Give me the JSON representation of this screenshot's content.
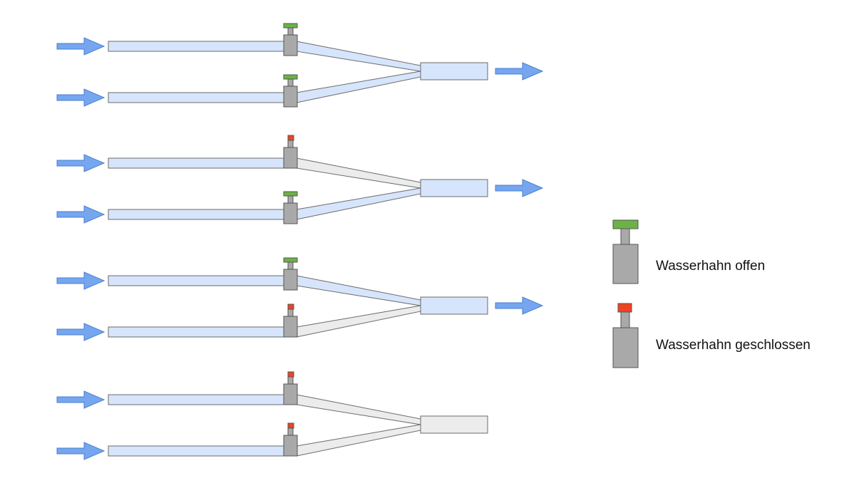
{
  "colors": {
    "water_fill": "#d6e5fb",
    "dry_fill": "#ececec",
    "pipe_stroke": "#6b6b6b",
    "valve_body": "#a9a9a9",
    "open_handle": "#6ab344",
    "closed_handle": "#ee4422",
    "arrow_fill": "#75a6ef",
    "arrow_stroke": "#4a7fd0"
  },
  "scenarios": [
    {
      "upper_tap": "open",
      "lower_tap": "open",
      "outflow": true
    },
    {
      "upper_tap": "closed",
      "lower_tap": "open",
      "outflow": true
    },
    {
      "upper_tap": "open",
      "lower_tap": "closed",
      "outflow": true
    },
    {
      "upper_tap": "closed",
      "lower_tap": "closed",
      "outflow": false
    }
  ],
  "legend": {
    "open_label": "Wasserhahn offen",
    "closed_label": "Wasserhahn geschlossen"
  }
}
